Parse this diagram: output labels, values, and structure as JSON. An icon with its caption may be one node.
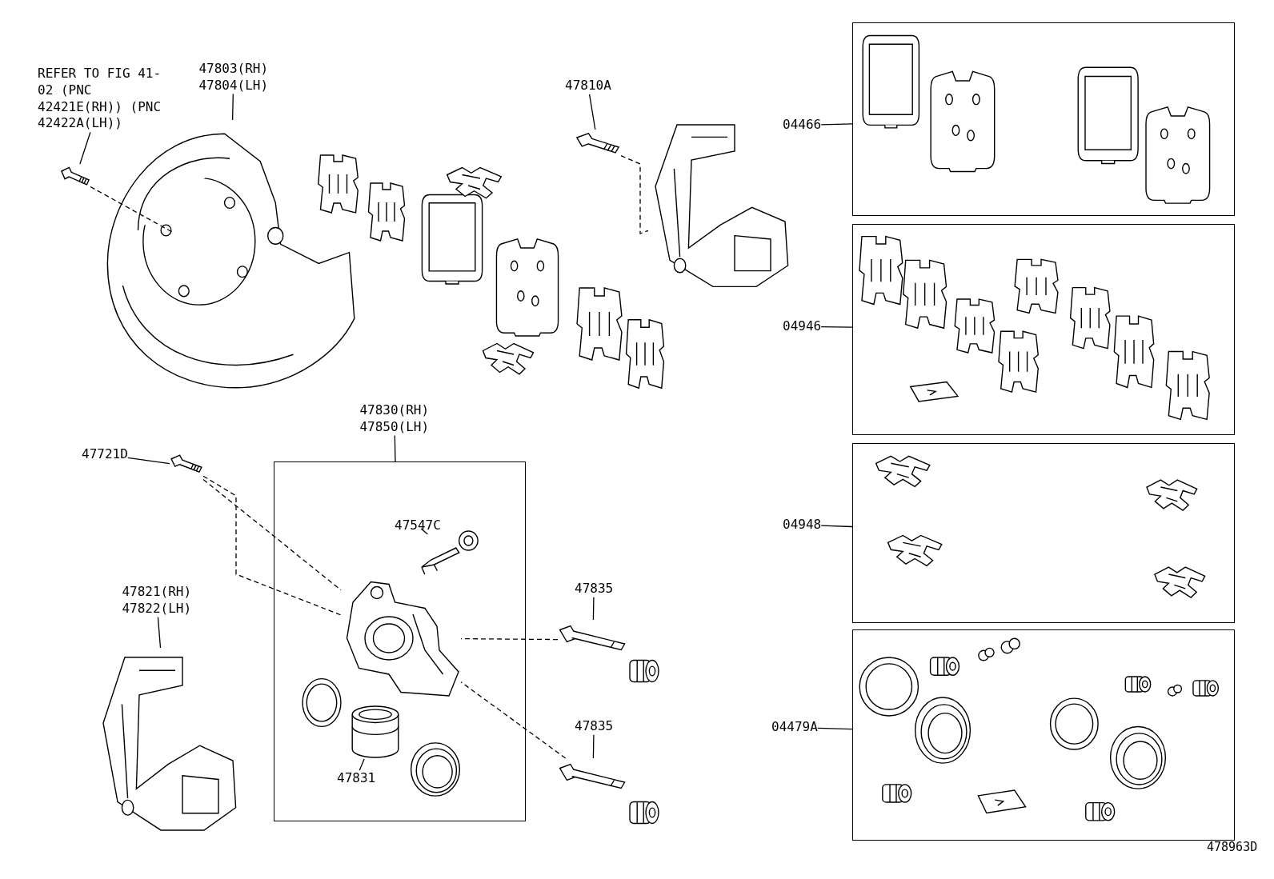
{
  "diagram": {
    "nodes": [
      {
        "text": [
          "REFER TO FIG 41-02 (PNC 42421E(RH)) (PNC 42422A(LH))"
        ]
      },
      {
        "text": [],
        "shape": "picture"
      },
      {
        "text": [
          "47803(RH) 47804(LH)"
        ]
      },
      {
        "text": [],
        "shape": "picture"
      },
      {
        "text": [
          "47810A"
        ]
      },
      {
        "text": [],
        "shape": "picture"
      },
      {
        "text": [],
        "shape": "picture"
      },
      {
        "text": [
          "47721D"
        ]
      },
      {
        "text": [],
        "shape": "picture"
      },
      {
        "text": [
          "47830(RH) 47850(LH)"
        ]
      },
      {
        "text": [],
        "shape": "box"
      },
      {
        "text": [
          "47547C"
        ],
        "in": 10
      },
      {
        "text": [],
        "shape": "picture",
        "in": 10
      },
      {
        "text": [],
        "shape": "picture",
        "in": 10
      },
      {
        "text": [],
        "shape": "picture",
        "in": 10
      },
      {
        "text": [],
        "shape": "picture",
        "in": 10
      },
      {
        "text": [
          "47831"
        ],
        "in": 10
      },
      {
        "text": [],
        "shape": "picture",
        "in": 10
      },
      {
        "text": [
          "47835"
        ]
      },
      {
        "text": [],
        "shape": "picture"
      },
      {
        "text": [],
        "shape": "picture"
      },
      {
        "text": [
          "47835"
        ]
      },
      {
        "text": [],
        "shape": "picture"
      },
      {
        "text": [],
        "shape": "picture"
      },
      {
        "text": [
          "47821(RH) 47822(LH)"
        ]
      },
      {
        "text": [],
        "shape": "picture"
      },
      {
        "text": [
          "04466"
        ]
      },
      {
        "text": [],
        "shape": "box"
      },
      {
        "text": [
          "04946"
        ]
      },
      {
        "text": [],
        "shape": "box"
      },
      {
        "text": [
          "04948"
        ]
      },
      {
        "text": [],
        "shape": "box"
      },
      {
        "text": [
          "04479A"
        ]
      },
      {
        "text": [],
        "shape": "box"
      }
    ],
    "edges": [
      {
        "from": 0,
        "to": 1,
        "arrow": "none"
      },
      {
        "from": 1,
        "to": 3,
        "arrow": "none",
        "style": "dashed"
      },
      {
        "from": 2,
        "to": 3,
        "arrow": "none"
      },
      {
        "from": 4,
        "to": 5,
        "arrow": "none"
      },
      {
        "from": 5,
        "to": 6,
        "arrow": "none",
        "style": "dashed"
      },
      {
        "from": 7,
        "to": 8,
        "arrow": "none"
      },
      {
        "from": 8,
        "to": 13,
        "arrow": "none",
        "style": "dashed"
      },
      {
        "from": 8,
        "to": 13,
        "arrow": "none",
        "style": "dashed"
      },
      {
        "from": 9,
        "to": 10,
        "arrow": "none"
      },
      {
        "from": 11,
        "to": 12,
        "arrow": "none"
      },
      {
        "from": 16,
        "to": 15,
        "arrow": "none"
      },
      {
        "from": 18,
        "to": 19,
        "arrow": "none"
      },
      {
        "from": 19,
        "to": 13,
        "arrow": "none",
        "style": "dashed"
      },
      {
        "from": 21,
        "to": 22,
        "arrow": "none"
      },
      {
        "from": 22,
        "to": 13,
        "arrow": "none",
        "style": "dashed"
      },
      {
        "from": 24,
        "to": 25,
        "arrow": "none"
      },
      {
        "from": 26,
        "to": 27,
        "arrow": "none"
      },
      {
        "from": 28,
        "to": 29,
        "arrow": "none"
      },
      {
        "from": 30,
        "to": 31,
        "arrow": "none"
      },
      {
        "from": 32,
        "to": 33,
        "arrow": "none"
      }
    ],
    "labels": [
      "478963D"
    ]
  }
}
